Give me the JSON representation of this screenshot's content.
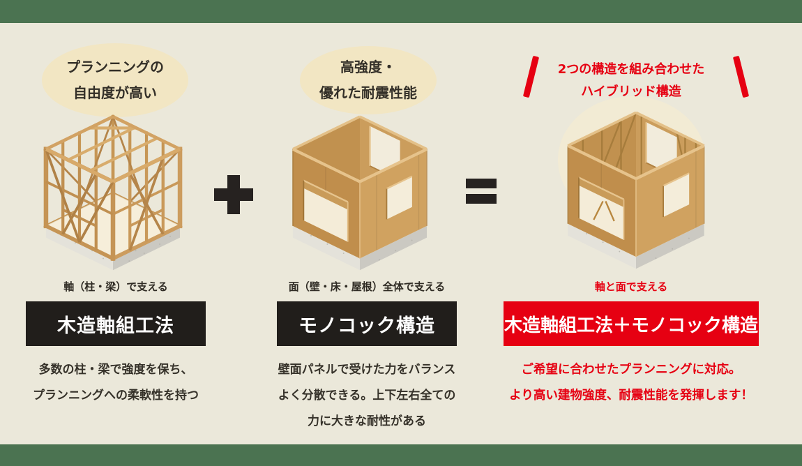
{
  "theme": {
    "background": "#ebe8da",
    "band_green": "#4b7351",
    "accent_red": "#e60012",
    "bar_black": "#211e1b",
    "bubble_cream": "#f2e6c3",
    "wood": "#c9995c",
    "text_dark": "#332f28"
  },
  "left": {
    "bubble_line1": "プランニングの",
    "bubble_line2": "自由度が高い",
    "caption": "軸（柱・梁）で支える",
    "label": "木造軸組工法",
    "desc_line1": "多数の柱・梁で強度を保ち、",
    "desc_line2": "プランニングへの柔軟性を持つ"
  },
  "middle": {
    "bubble_line1": "高強度・",
    "bubble_line2": "優れた耐震性能",
    "caption": "面（壁・床・屋根）全体で支える",
    "label": "モノコック構造",
    "desc_line1": "壁面パネルで受けた力をバランス",
    "desc_line2": "よく分散できる。上下左右全ての",
    "desc_line3": "力に大きな耐性がある"
  },
  "right": {
    "heading_line1": "2つの構造を組み合わせた",
    "heading_line2": "ハイブリッド構造",
    "caption": "軸と面で支える",
    "label": "木造軸組工法＋モノコック構造",
    "desc_line1": "ご希望に合わせたプランニングに対応。",
    "desc_line2": "より高い建物強度、耐震性能を発揮します！"
  },
  "operators": {
    "plus": "＋",
    "equals": "＝"
  },
  "icons": [
    "plus-icon",
    "equals-icon",
    "slash-left-icon",
    "slash-right-icon"
  ]
}
